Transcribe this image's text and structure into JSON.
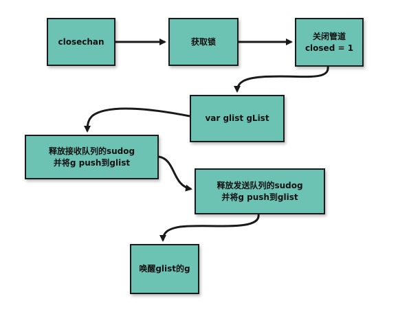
{
  "colors": {
    "node_fill": "#6cc3b4",
    "node_border": "#1a1a1a",
    "arrow": "#1a1a1a"
  },
  "nodes": {
    "closechan": "closechan",
    "acquire_lock": "获取锁",
    "close_pipe": "关闭管道\nclosed = 1",
    "var_glist": "var glist gList",
    "release_recv": "释放接收队列的sudog\n并将g push到glist",
    "release_send": "释放发送队列的sudog\n并将g push到glist",
    "wake_glist": "唤醒glist的g"
  },
  "edges": [
    {
      "from": "closechan",
      "to": "acquire_lock"
    },
    {
      "from": "acquire_lock",
      "to": "close_pipe"
    },
    {
      "from": "close_pipe",
      "to": "var_glist"
    },
    {
      "from": "var_glist",
      "to": "release_recv"
    },
    {
      "from": "release_recv",
      "to": "release_send"
    },
    {
      "from": "release_send",
      "to": "wake_glist"
    }
  ]
}
